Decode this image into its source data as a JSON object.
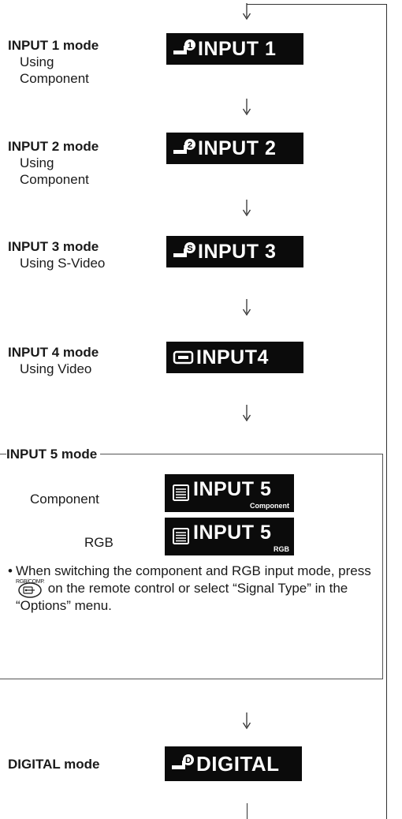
{
  "modes": [
    {
      "title": "INPUT 1 mode",
      "desc_lines": [
        "Using",
        "Component"
      ],
      "osd": "INPUT 1",
      "icon": "input-1-numbered-icon",
      "icon_glyph": "❶"
    },
    {
      "title": "INPUT 2 mode",
      "desc_lines": [
        "Using",
        "Component"
      ],
      "osd": "INPUT 2",
      "icon": "input-2-numbered-icon",
      "icon_glyph": "❷"
    },
    {
      "title": "INPUT 3 mode",
      "desc_lines": [
        "Using S-Video"
      ],
      "osd": "INPUT 3",
      "icon": "input-3-svideo-icon",
      "icon_glyph": "S"
    },
    {
      "title": "INPUT 4 mode",
      "desc_lines": [
        "Using Video"
      ],
      "osd": "INPUT4",
      "icon": "video-input-icon"
    }
  ],
  "input5": {
    "title": "INPUT 5 mode",
    "rows": [
      {
        "label": "Component",
        "osd": "INPUT 5",
        "sub": "Component",
        "icon": "computer-input-icon"
      },
      {
        "label": "RGB",
        "osd": "INPUT 5",
        "sub": "RGB",
        "icon": "computer-input-icon"
      }
    ],
    "note": {
      "bullet": "•",
      "before": "When switching the component and RGB input mode, press",
      "button_caption": "RGB/COMP.",
      "button_icon": "rgb-comp-button-icon",
      "after": "on the remote control or select “Signal Type” in the “Options” menu."
    }
  },
  "digital": {
    "title": "DIGITAL mode",
    "osd": "DIGITAL",
    "icon": "digital-input-icon",
    "icon_glyph": "D"
  },
  "colors": {
    "osd_bg": "#0b0b0b",
    "osd_text": "#ffffff",
    "line": "#333333"
  }
}
